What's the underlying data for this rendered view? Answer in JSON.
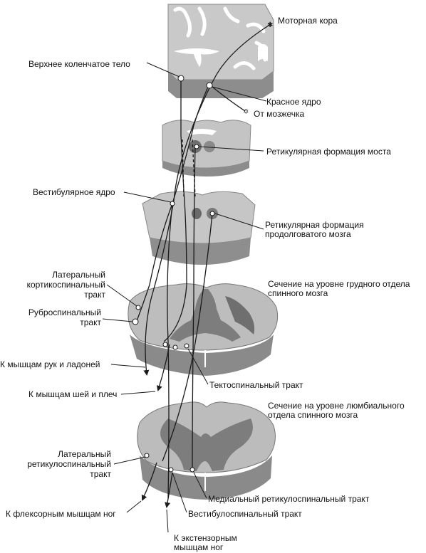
{
  "labels": {
    "motor_cortex": "Моторная кора",
    "superior_colliculus": "Верхнее коленчатое тело",
    "red_nucleus": "Красное ядро",
    "from_cerebellum": "От мозжечка",
    "pontine_reticular": "Ретикулярная формация моста",
    "vestibular_nucleus": "Вестибулярное ядро",
    "medullary_reticular_1": "Ретикулярная формация",
    "medullary_reticular_2": "продолговатого мозга",
    "lateral_corticospinal_1": "Латеральный",
    "lateral_corticospinal_2": "кортикоспинальный",
    "lateral_corticospinal_3": "тракт",
    "thoracic_section_1": "Сечение на уровне грудного отдела",
    "thoracic_section_2": "спинного мозга",
    "rubrospinal_1": "Руброспинальный",
    "rubrospinal_2": "тракт",
    "to_hand_muscles": "К мышцам рук и ладоней",
    "tectospinal": "Тектоспинальный тракт",
    "to_neck_muscles": "К мышцам шей и плеч",
    "lumbar_section_1": "Сечение на уровне люмбиального",
    "lumbar_section_2": "отдела спинного мозга",
    "lateral_reticulospinal_1": "Латеральный",
    "lateral_reticulospinal_2": "ретикулоспинальный",
    "lateral_reticulospinal_3": "тракт",
    "medial_reticulospinal": "Медиальный ретикулоспинальный тракт",
    "to_flexor_muscles": "К флексорным мышцам ног",
    "vestibulospinal": "Вестибулоспинальный тракт",
    "to_extensor_1": "К экстензорным",
    "to_extensor_2": "мышцам ног"
  },
  "colors": {
    "tissue_light": "#d2d2d2",
    "tissue_mid": "#a9a9a9",
    "tissue_dark": "#7c7c7c",
    "gray_matter": "#8a8a8a",
    "line": "#1a1a1a"
  }
}
